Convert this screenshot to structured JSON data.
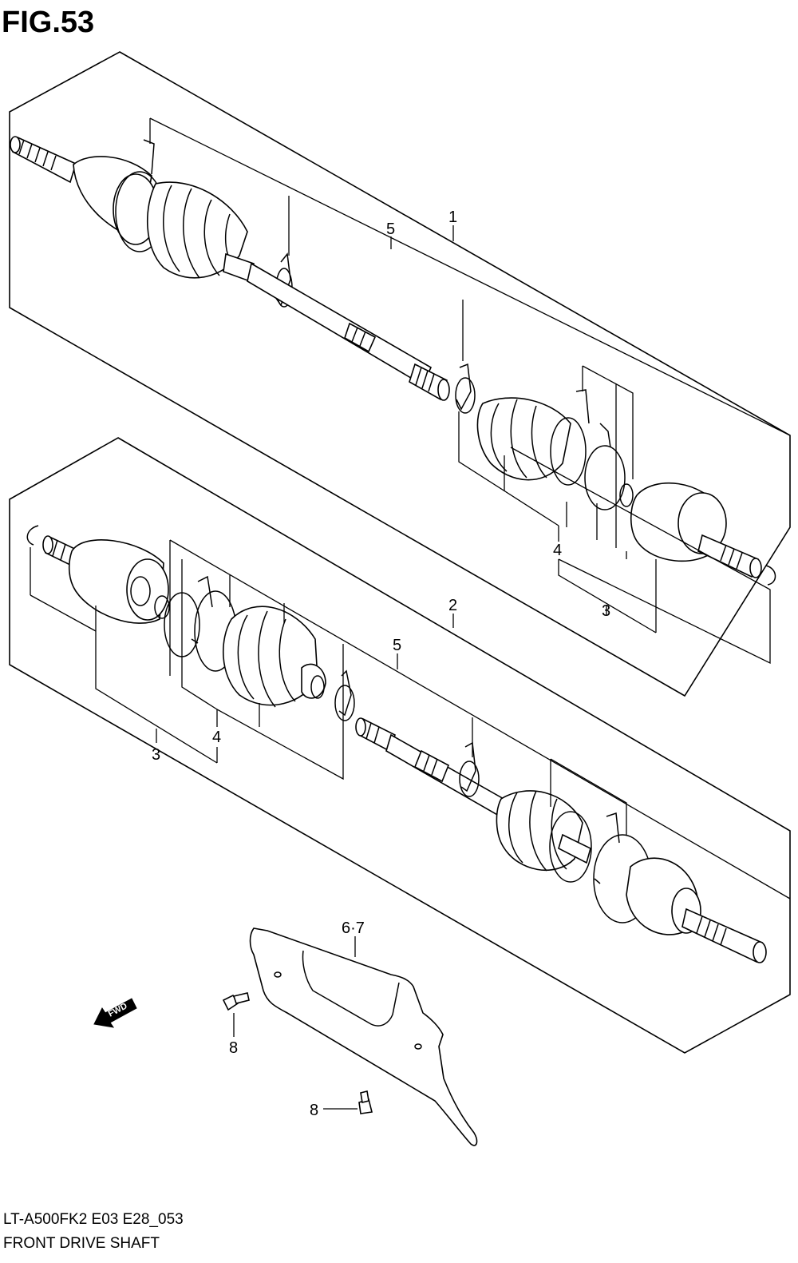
{
  "figure": {
    "title": "FIG.53",
    "model_code": "LT-A500FK2 E03 E28_053",
    "caption": "FRONT DRIVE SHAFT"
  },
  "callouts": {
    "c1": "1",
    "c2": "2",
    "c3_upper": "3",
    "c3_lower": "3",
    "c4_upper": "4",
    "c4_lower": "4",
    "c5_upper": "5",
    "c5_lower": "5",
    "c67": "6·7",
    "c8_a": "8",
    "c8_b": "8"
  },
  "direction_arrow": {
    "label": "FWD"
  }
}
